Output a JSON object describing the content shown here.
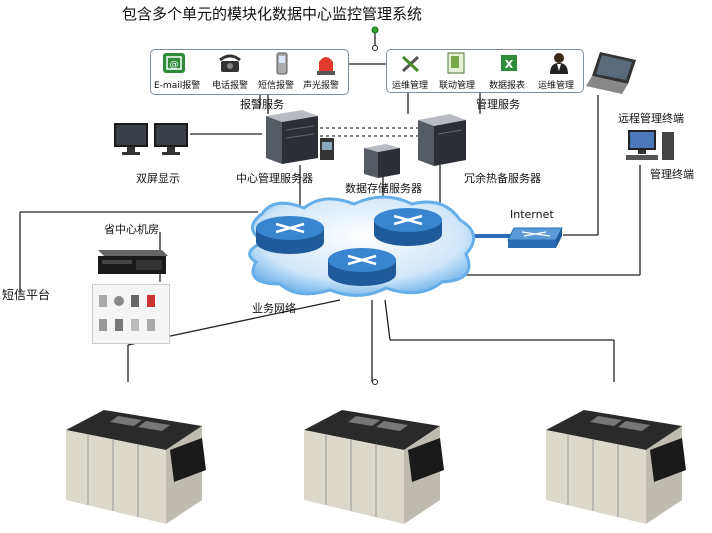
{
  "title": "包含多个单元的模块化数据中心监控管理系统",
  "alarm_service": {
    "label": "报警服务",
    "items": [
      {
        "label": "E-mail报警",
        "icon": "email-icon"
      },
      {
        "label": "电话报警",
        "icon": "telephone-icon"
      },
      {
        "label": "短信报警",
        "icon": "mobile-phone-icon"
      },
      {
        "label": "声光报警",
        "icon": "alarm-light-icon"
      }
    ]
  },
  "management_service": {
    "label": "管理服务",
    "items": [
      {
        "label": "运维管理",
        "icon": "tools-icon"
      },
      {
        "label": "联动管理",
        "icon": "linkage-icon"
      },
      {
        "label": "数据报表",
        "icon": "spreadsheet-icon"
      },
      {
        "label": "运维管理",
        "icon": "operator-person-icon"
      }
    ]
  },
  "nodes": {
    "dual_screen": "双屏显示",
    "central_server": "中心管理服务器",
    "storage_server": "数据存储服务器",
    "redundant_server": "冗余热备服务器",
    "remote_terminal": "远程管理终端",
    "mgmt_terminal": "管理终端",
    "internet": "Internet",
    "provincial_room": "省中心机房",
    "sms_platform": "短信平台",
    "business_network": "业务网络"
  },
  "colors": {
    "cloud": "#66aee8",
    "router": "#2a6db5",
    "lines": "#222222",
    "dashed": "#333333",
    "endpoint_green": "#2aa52a"
  }
}
